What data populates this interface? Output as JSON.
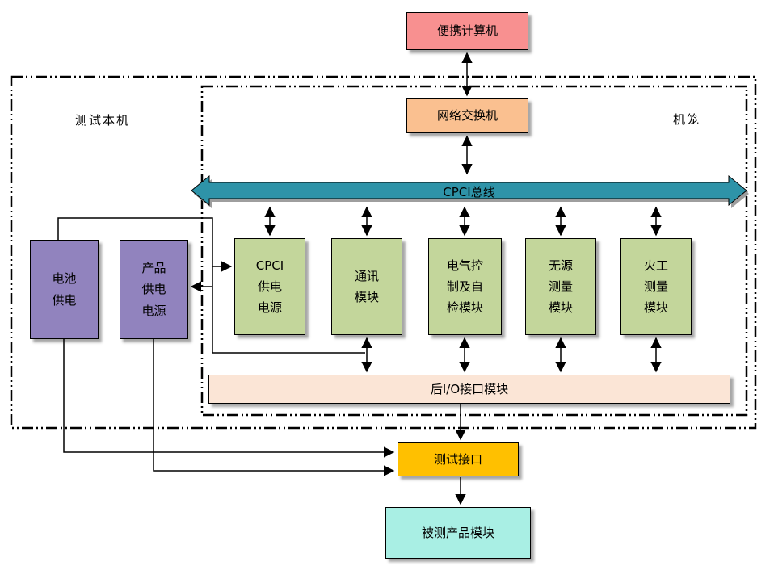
{
  "colors": {
    "portable_computer": "#F89090",
    "network_switch": "#FAC090",
    "cpci_bus": "#2E93A8",
    "module_green": "#C3D69B",
    "rear_io": "#FBE5D6",
    "power_purple": "#9183BE",
    "test_interface": "#FFC000",
    "dut": "#A9EFE4",
    "connector": "#000000",
    "shadow": "#9E9E9E"
  },
  "labels": {
    "portable_computer": "便携计算机",
    "network_switch": "网络交换机",
    "cpci_bus": "CPCI总线",
    "host_region": "测试本机",
    "chassis_region": "机笼",
    "cpci_power": "CPCI\n供电\n电源",
    "comm_module": "通讯\n模块",
    "elec_control_module": "电气控\n制及自\n检模块",
    "passive_measure_module": "无源\n测量\n模块",
    "pyro_measure_module": "火工\n测量\n模块",
    "battery_power": "电池\n供电",
    "product_power": "产品\n供电\n电源",
    "rear_io": "后I/O接口模块",
    "test_interface": "测试接口",
    "dut": "被测产品模块"
  }
}
